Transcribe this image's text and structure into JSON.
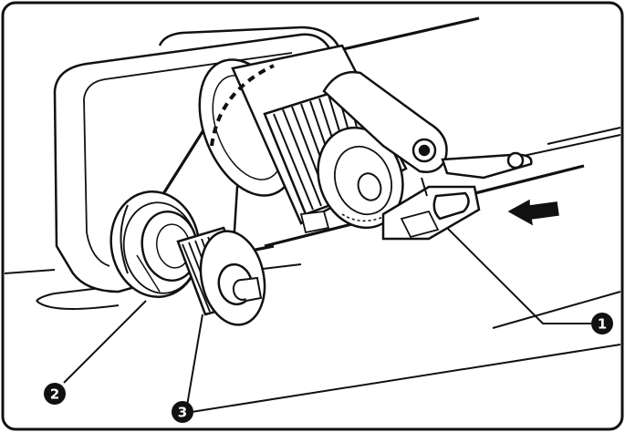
{
  "diagram": {
    "callouts": [
      {
        "id": "1",
        "label": "1"
      },
      {
        "id": "2",
        "label": "2"
      },
      {
        "id": "3",
        "label": "3"
      }
    ],
    "colors": {
      "ink": "#111111",
      "paper": "#ffffff",
      "hatch": "#222222"
    },
    "icons": {
      "direction_arrow": "left-arrow-icon"
    }
  }
}
